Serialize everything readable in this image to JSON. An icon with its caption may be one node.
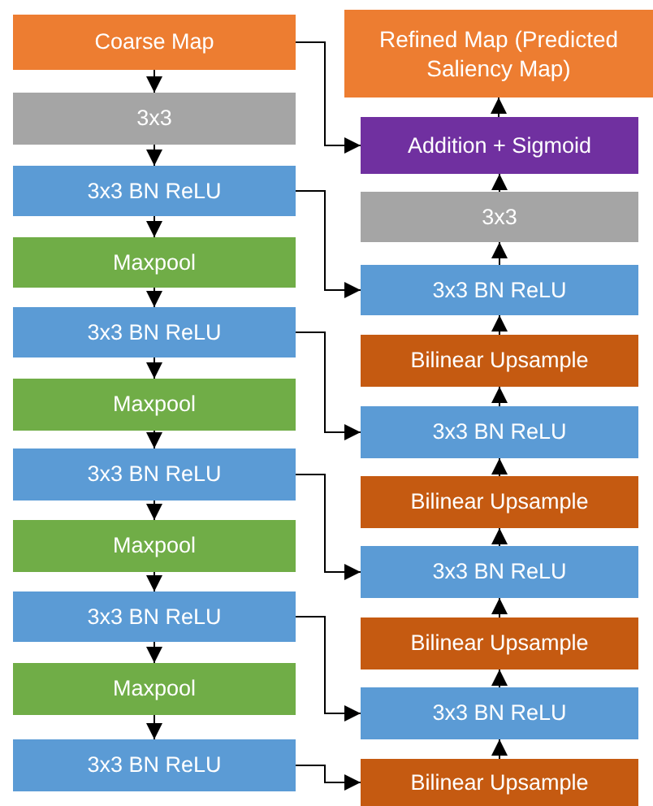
{
  "diagram": {
    "nodes": [
      {
        "text": [
          "Coarse Map"
        ]
      },
      {
        "text": [
          "3x3"
        ]
      },
      {
        "text": [
          "3x3 BN ReLU"
        ]
      },
      {
        "text": [
          "Maxpool"
        ]
      },
      {
        "text": [
          "3x3 BN ReLU"
        ]
      },
      {
        "text": [
          "Maxpool"
        ]
      },
      {
        "text": [
          "3x3 BN ReLU"
        ]
      },
      {
        "text": [
          "Maxpool"
        ]
      },
      {
        "text": [
          "3x3 BN ReLU"
        ]
      },
      {
        "text": [
          "Maxpool"
        ]
      },
      {
        "text": [
          "3x3 BN ReLU"
        ]
      },
      {
        "text": [
          "Refined Map (Predicted Saliency Map)"
        ]
      },
      {
        "text": [
          "Addition + Sigmoid"
        ]
      },
      {
        "text": [
          "3x3"
        ]
      },
      {
        "text": [
          "3x3 BN ReLU"
        ]
      },
      {
        "text": [
          "Bilinear Upsample"
        ]
      },
      {
        "text": [
          "3x3 BN ReLU"
        ]
      },
      {
        "text": [
          "Bilinear Upsample"
        ]
      },
      {
        "text": [
          "3x3 BN ReLU"
        ]
      },
      {
        "text": [
          "Bilinear Upsample"
        ]
      },
      {
        "text": [
          "3x3 BN ReLU"
        ]
      },
      {
        "text": [
          "Bilinear Upsample"
        ]
      }
    ],
    "edges": [
      {
        "from": 0,
        "to": 1,
        "arrow": "to"
      },
      {
        "from": 1,
        "to": 2,
        "arrow": "to"
      },
      {
        "from": 2,
        "to": 3,
        "arrow": "to"
      },
      {
        "from": 3,
        "to": 4,
        "arrow": "to"
      },
      {
        "from": 4,
        "to": 5,
        "arrow": "to"
      },
      {
        "from": 5,
        "to": 6,
        "arrow": "to"
      },
      {
        "from": 6,
        "to": 7,
        "arrow": "to"
      },
      {
        "from": 7,
        "to": 8,
        "arrow": "to"
      },
      {
        "from": 8,
        "to": 9,
        "arrow": "to"
      },
      {
        "from": 9,
        "to": 10,
        "arrow": "to"
      },
      {
        "from": 0,
        "to": 12,
        "arrow": "to"
      },
      {
        "from": 2,
        "to": 14,
        "arrow": "to"
      },
      {
        "from": 4,
        "to": 16,
        "arrow": "to"
      },
      {
        "from": 6,
        "to": 18,
        "arrow": "to"
      },
      {
        "from": 8,
        "to": 20,
        "arrow": "to"
      },
      {
        "from": 10,
        "to": 21,
        "arrow": "to"
      },
      {
        "from": 21,
        "to": 20,
        "arrow": "to"
      },
      {
        "from": 20,
        "to": 19,
        "arrow": "to"
      },
      {
        "from": 19,
        "to": 18,
        "arrow": "to"
      },
      {
        "from": 18,
        "to": 17,
        "arrow": "to"
      },
      {
        "from": 17,
        "to": 16,
        "arrow": "to"
      },
      {
        "from": 16,
        "to": 15,
        "arrow": "to"
      },
      {
        "from": 15,
        "to": 14,
        "arrow": "to"
      },
      {
        "from": 14,
        "to": 13,
        "arrow": "to"
      },
      {
        "from": 13,
        "to": 12,
        "arrow": "to"
      },
      {
        "from": 12,
        "to": 11,
        "arrow": "to"
      }
    ]
  }
}
